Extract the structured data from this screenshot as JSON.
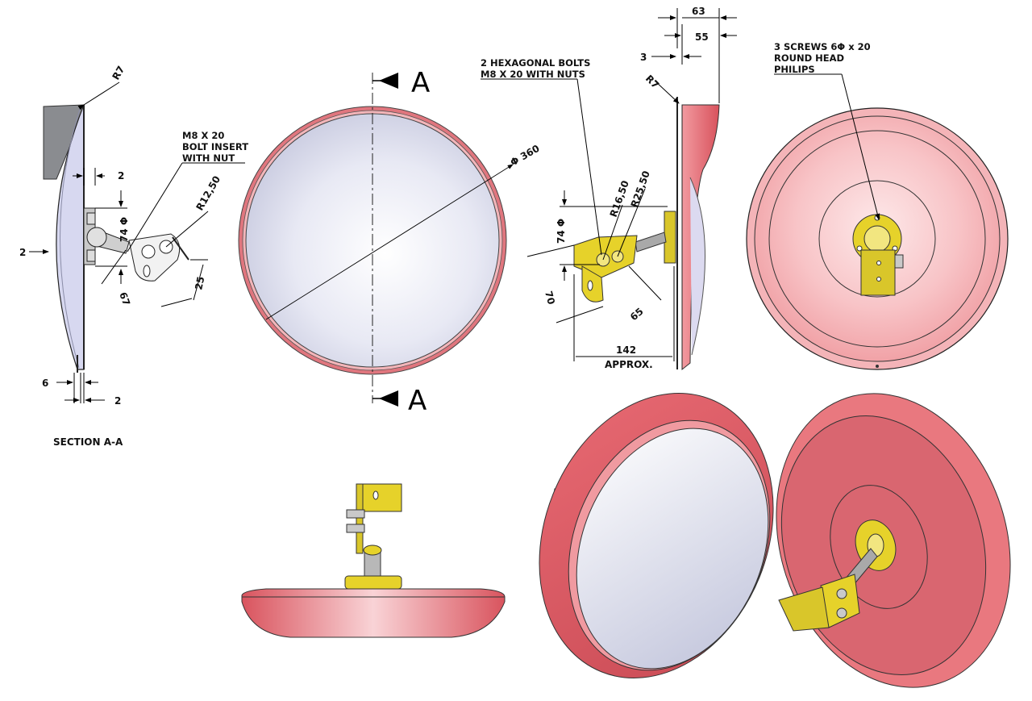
{
  "section_view": {
    "r7": "R7",
    "bolt_note": [
      "M8 X 20",
      "BOLT INSERT",
      "WITH NUT"
    ],
    "dim_2_top": "2",
    "dim_74": "74 Φ",
    "dim_r12": "R12,50",
    "dim_2_left": "2",
    "dim_67": "67",
    "dim_25": "25",
    "dim_6": "6",
    "dim_2_bottom": "2",
    "caption": "SECTION A-A"
  },
  "front_view": {
    "section_mark_top": "A",
    "section_mark_bottom": "A",
    "diameter": "Φ 360"
  },
  "side_view": {
    "hex_note": [
      "2 HEXAGONAL BOLTS",
      "M8 X 20 WITH NUTS"
    ],
    "dim_63": "63",
    "dim_55": "55",
    "dim_3": "3",
    "r7": "R7",
    "r16": "R16,50",
    "r25": "R25,50",
    "dim_74": "74 Φ",
    "dim_70": "70",
    "dim_65": "65",
    "dim_142": "142",
    "approx": "APPROX."
  },
  "rear_view": {
    "screw_note": [
      "3 SCREWS 6Φ x 20",
      "ROUND HEAD",
      "PHILIPS"
    ]
  },
  "colors": {
    "housing": "#e8646e",
    "housing_light": "#f7c9cb",
    "bracket": "#e6d22a",
    "mirror": "#e3e5f2"
  }
}
